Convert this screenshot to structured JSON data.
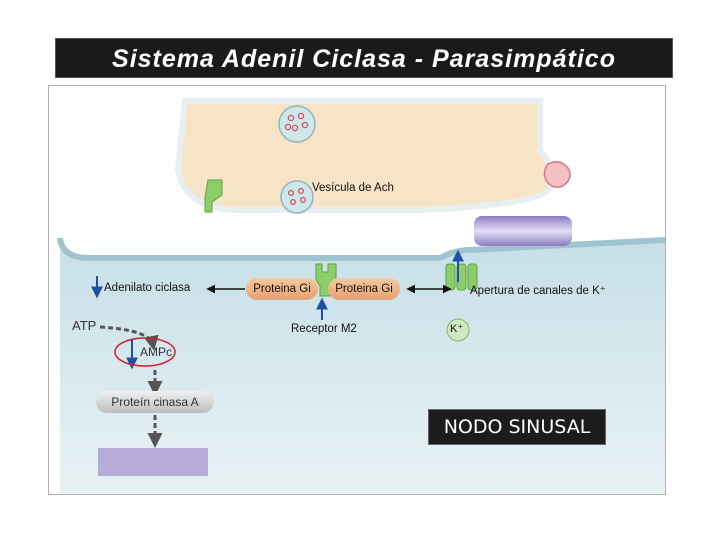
{
  "title": "Sistema Adenil Ciclasa - Parasimpático",
  "labels": {
    "vesicle": "Vesícula de Ach",
    "adenylate_cyclase": "Adenilato ciclasa",
    "protein_gi_left": "Proteina Gi",
    "protein_gi_right": "Proteina Gi",
    "k_channel": "Apertura de canales de K⁺",
    "receptor": "Receptor M2",
    "atp": "ATP",
    "camp": "AMPc",
    "potassium": "K⁺",
    "pka": "Proteín cinasa A",
    "nodo": "NODO SINUSAL"
  },
  "colors": {
    "terminal": "#f7e3c6",
    "cell": "#d7e8ee",
    "membrane": "#b9d6df",
    "receptor": "#8ccf6a",
    "gi_protein": "#f2b98c",
    "arrow": "#1f4fa8",
    "highlight": "#d42020",
    "purple_box": "#b7acd8"
  }
}
